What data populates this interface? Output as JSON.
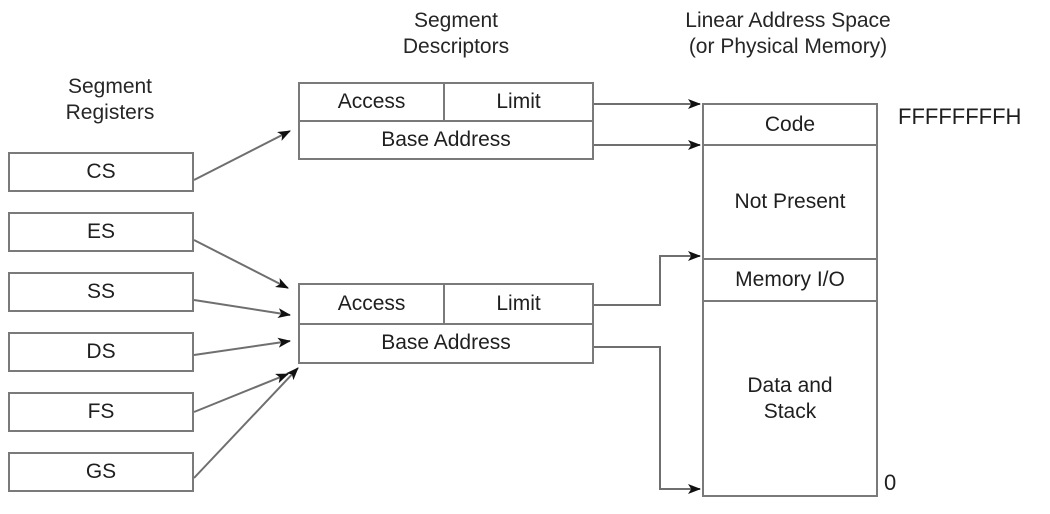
{
  "diagram": {
    "title_segment_registers": "Segment\nRegisters",
    "title_segment_descriptors": "Segment\nDescriptors",
    "title_linear_address_space": "Linear Address Space\n(or Physical Memory)",
    "colors": {
      "stroke": "#7a7a7a",
      "arrow": "#111111",
      "text": "#1f1f1f",
      "background": "#ffffff"
    }
  },
  "segment_registers": [
    {
      "name": "CS"
    },
    {
      "name": "ES"
    },
    {
      "name": "SS"
    },
    {
      "name": "DS"
    },
    {
      "name": "FS"
    },
    {
      "name": "GS"
    }
  ],
  "segment_descriptors": [
    {
      "id": "code-descriptor",
      "access": "Access",
      "limit": "Limit",
      "base_address": "Base Address"
    },
    {
      "id": "data-descriptor",
      "access": "Access",
      "limit": "Limit",
      "base_address": "Base Address"
    }
  ],
  "linear_address_space": {
    "top_address": "FFFFFFFFH",
    "bottom_address": "0",
    "regions": [
      {
        "name": "Code"
      },
      {
        "name": "Not Present"
      },
      {
        "name": "Memory I/O"
      },
      {
        "name": "Data and\nStack"
      }
    ]
  }
}
